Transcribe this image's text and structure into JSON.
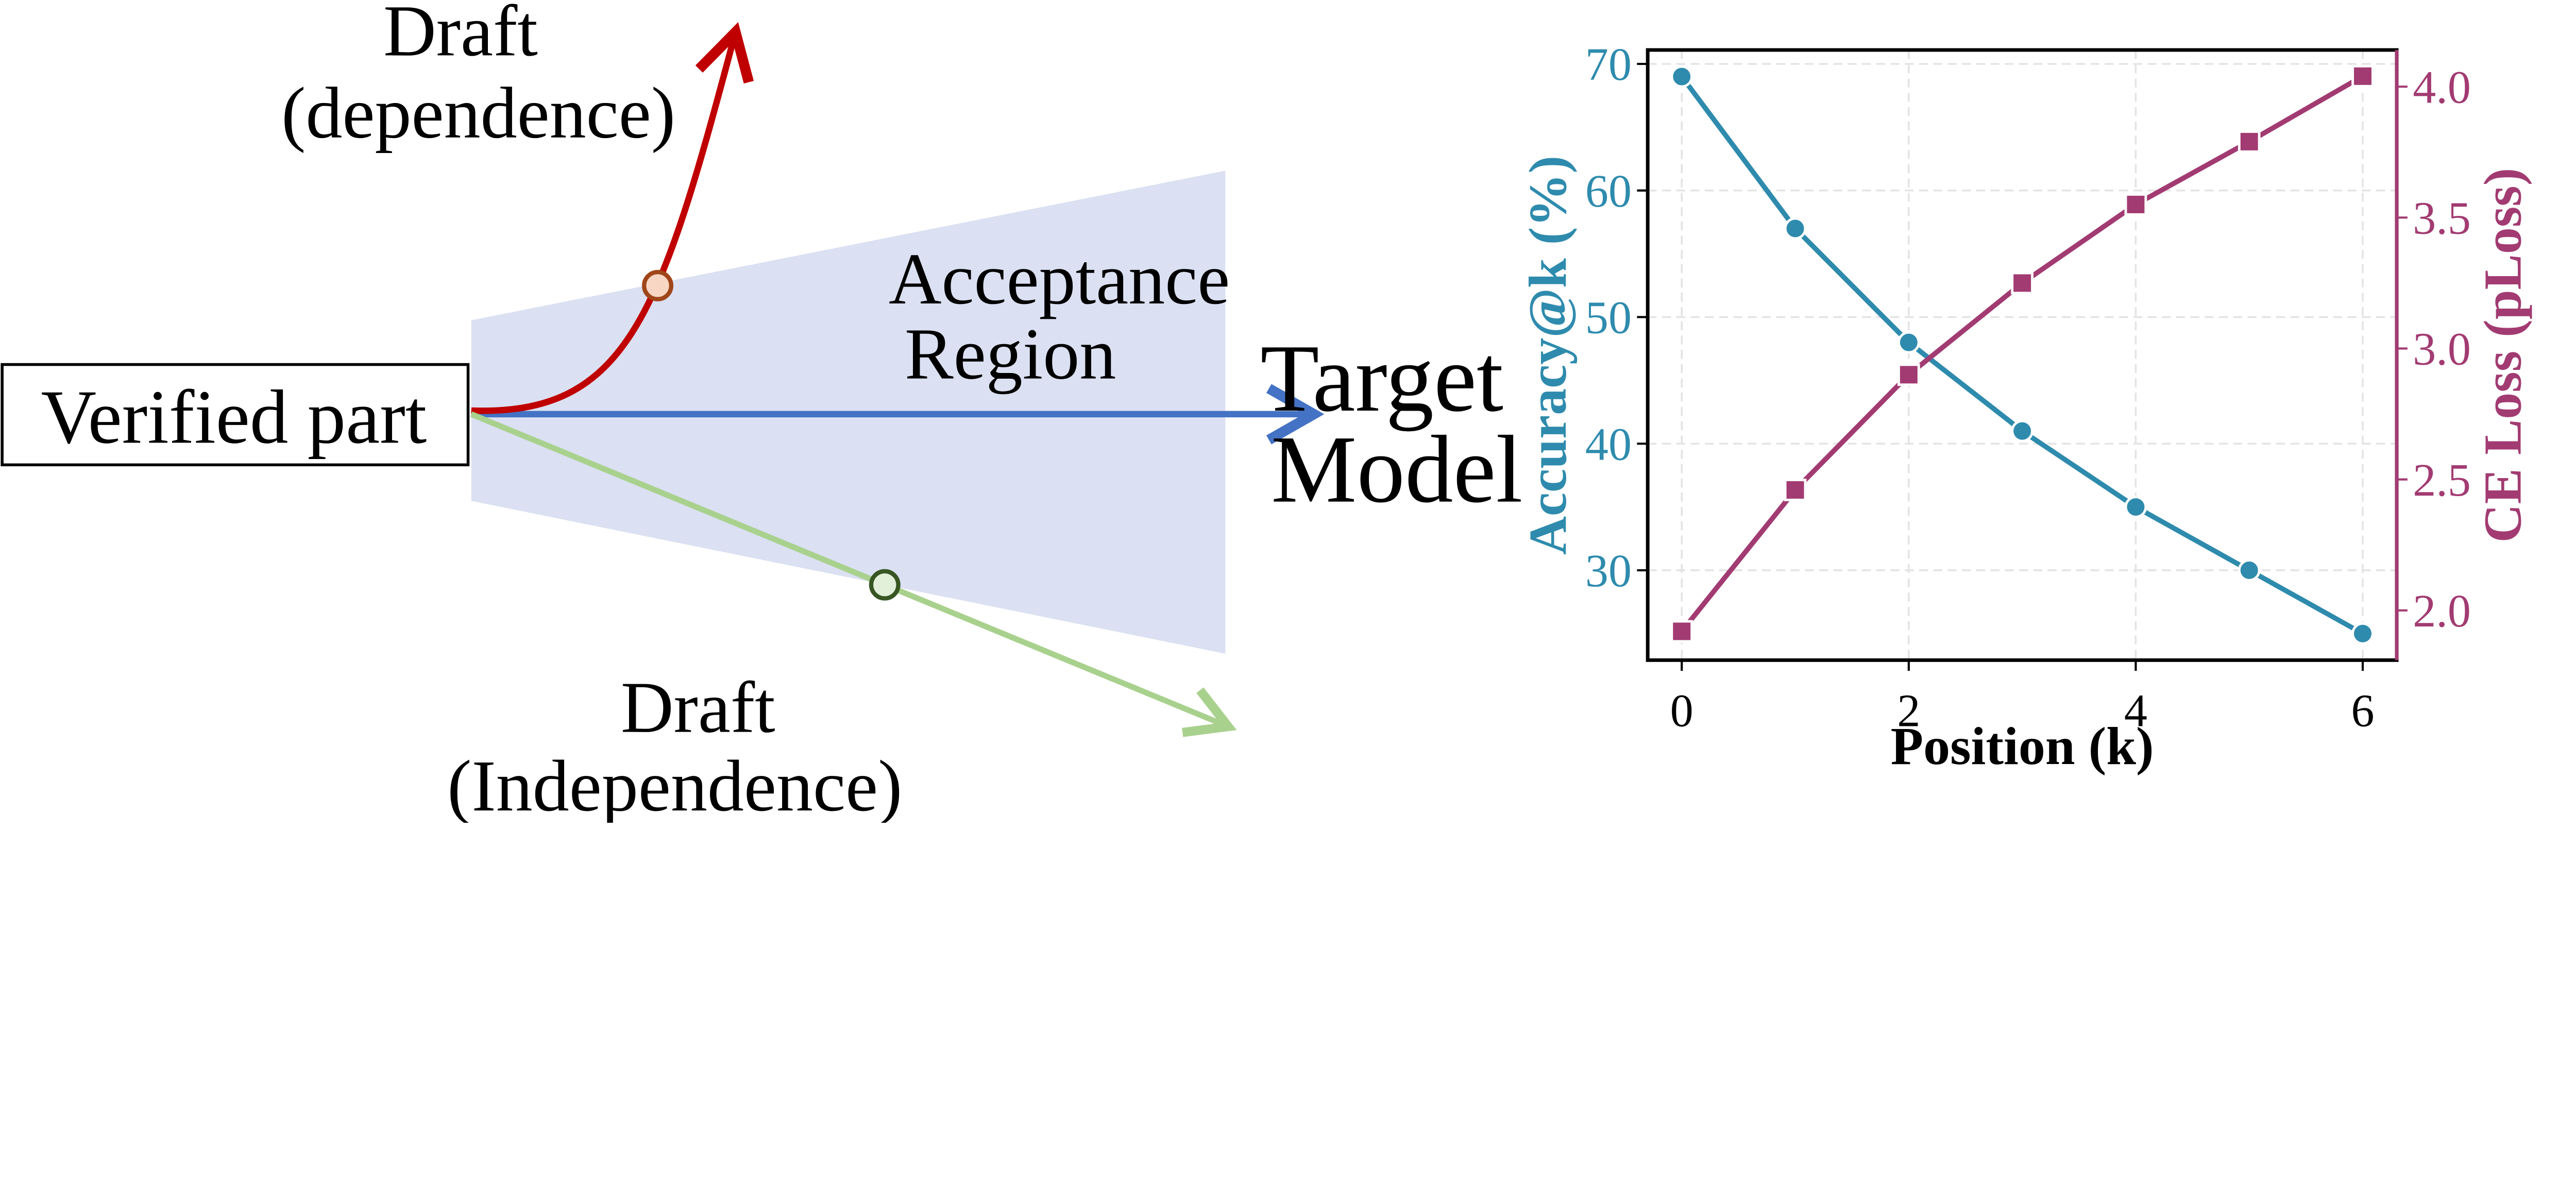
{
  "diagram": {
    "verified_label": "Verified part",
    "draft_dep_line1": "Draft",
    "draft_dep_line2": "(dependence)",
    "acceptance_line1": "Acceptance",
    "acceptance_line2": "Region",
    "target_line1": "Target",
    "target_line2": "Model",
    "draft_ind_line1": "Draft",
    "draft_ind_line2": "(Independence)",
    "colors": {
      "region": "#dbe0f2",
      "target_arrow": "#4472c4",
      "dependence": "#c00000",
      "independence": "#a9d18e"
    }
  },
  "chart_data": {
    "type": "line",
    "xlabel": "Position (k)",
    "ylabel_left": "Accuracy@k (%)",
    "ylabel_right": "CE Loss (pLoss)",
    "x": [
      0,
      1,
      2,
      3,
      4,
      5,
      6
    ],
    "xticks": [
      "0",
      "2",
      "4",
      "6"
    ],
    "xlim": [
      -0.3,
      6.3
    ],
    "ylim_left": [
      22.9,
      71.1
    ],
    "ylim_right": [
      1.81,
      4.14
    ],
    "yticks_left": [
      "30",
      "40",
      "50",
      "60",
      "70"
    ],
    "yticks_right": [
      "2.0",
      "2.5",
      "3.0",
      "3.5",
      "4.0"
    ],
    "grid": true,
    "series": [
      {
        "axis": "left",
        "marker": "circle",
        "color": "#2e8bad",
        "values": [
          69,
          57,
          48,
          41,
          35,
          30,
          25
        ]
      },
      {
        "axis": "right",
        "marker": "square",
        "color": "#a23b72",
        "values": [
          1.92,
          2.46,
          2.9,
          3.25,
          3.55,
          3.79,
          4.04
        ]
      }
    ]
  }
}
